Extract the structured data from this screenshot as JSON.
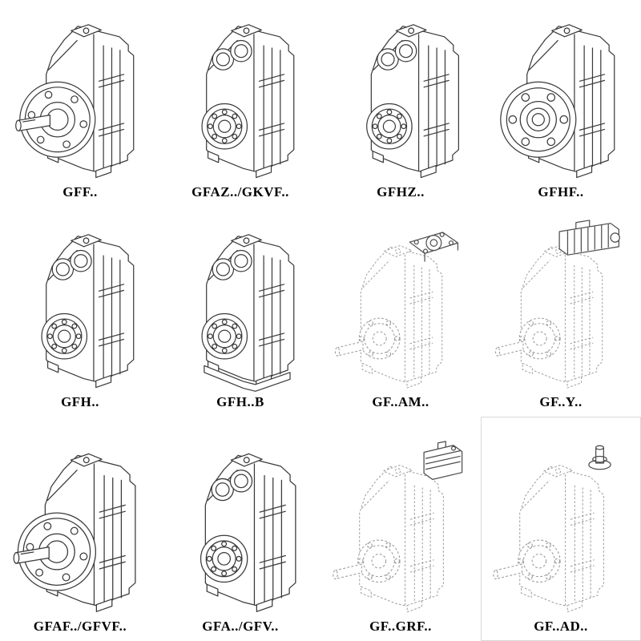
{
  "page": {
    "background": "#ffffff",
    "line_color_solid": "#3a3a3a",
    "line_color_dashed": "#9b9b9b",
    "description": "Catalog grid of 12 parallel-shaft helical gearbox variant line drawings"
  },
  "cells": [
    {
      "label": "GFF..",
      "drawing": "solid-flange-with-shaft"
    },
    {
      "label": "GFAZ../GKVF..",
      "drawing": "solid-hollow-bore"
    },
    {
      "label": "GFHZ..",
      "drawing": "solid-hollow-bore"
    },
    {
      "label": "GFHF..",
      "drawing": "solid-flange-bolt-holes"
    },
    {
      "label": "GFH..",
      "drawing": "solid-hollow-bore"
    },
    {
      "label": "GFH..B",
      "drawing": "solid-hollow-bore-baseplate"
    },
    {
      "label": "GF..AM..",
      "drawing": "dashed-with-motor-flange-adapter"
    },
    {
      "label": "GF..Y..",
      "drawing": "dashed-with-mounted-motor"
    },
    {
      "label": "GFAF../GFVF..",
      "drawing": "solid-flange-with-shaft"
    },
    {
      "label": "GFA../GFV..",
      "drawing": "solid-hollow-bore"
    },
    {
      "label": "GF..GRF..",
      "drawing": "dashed-with-adapter-box"
    },
    {
      "label": "GF..AD..",
      "drawing": "dashed-with-input-shaft-adapter"
    }
  ]
}
